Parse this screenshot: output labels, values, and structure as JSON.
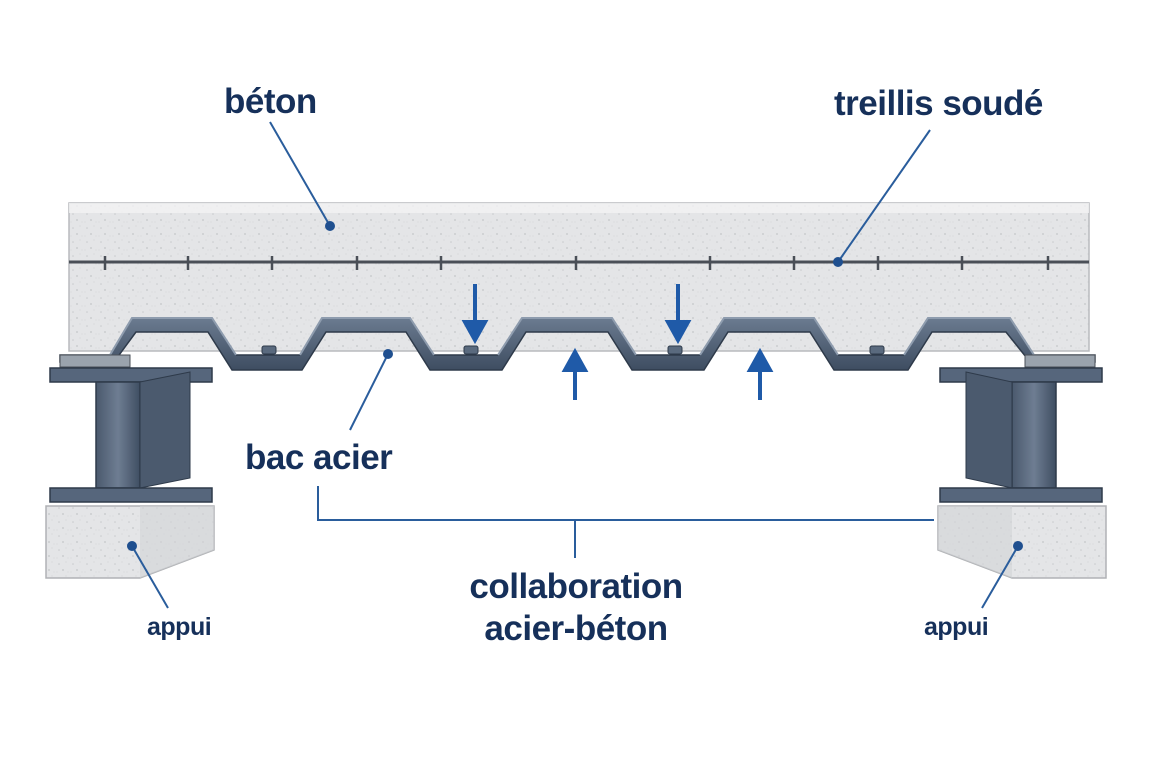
{
  "labels": {
    "concrete": "béton",
    "welded_mesh": "treillis soudé",
    "steel_deck": "bac acier",
    "support_left": "appui",
    "support_right": "appui",
    "composite_line1": "collaboration",
    "composite_line2": "acier-béton"
  },
  "colors": {
    "label_text": "#16305a",
    "leader_line": "#2a5d9c",
    "steel_dark": "#3a4a5e",
    "steel_mid": "#56667c",
    "steel_light": "#7d8ca0",
    "concrete": "#e3e4e6",
    "arrow": "#1f5aa8"
  }
}
